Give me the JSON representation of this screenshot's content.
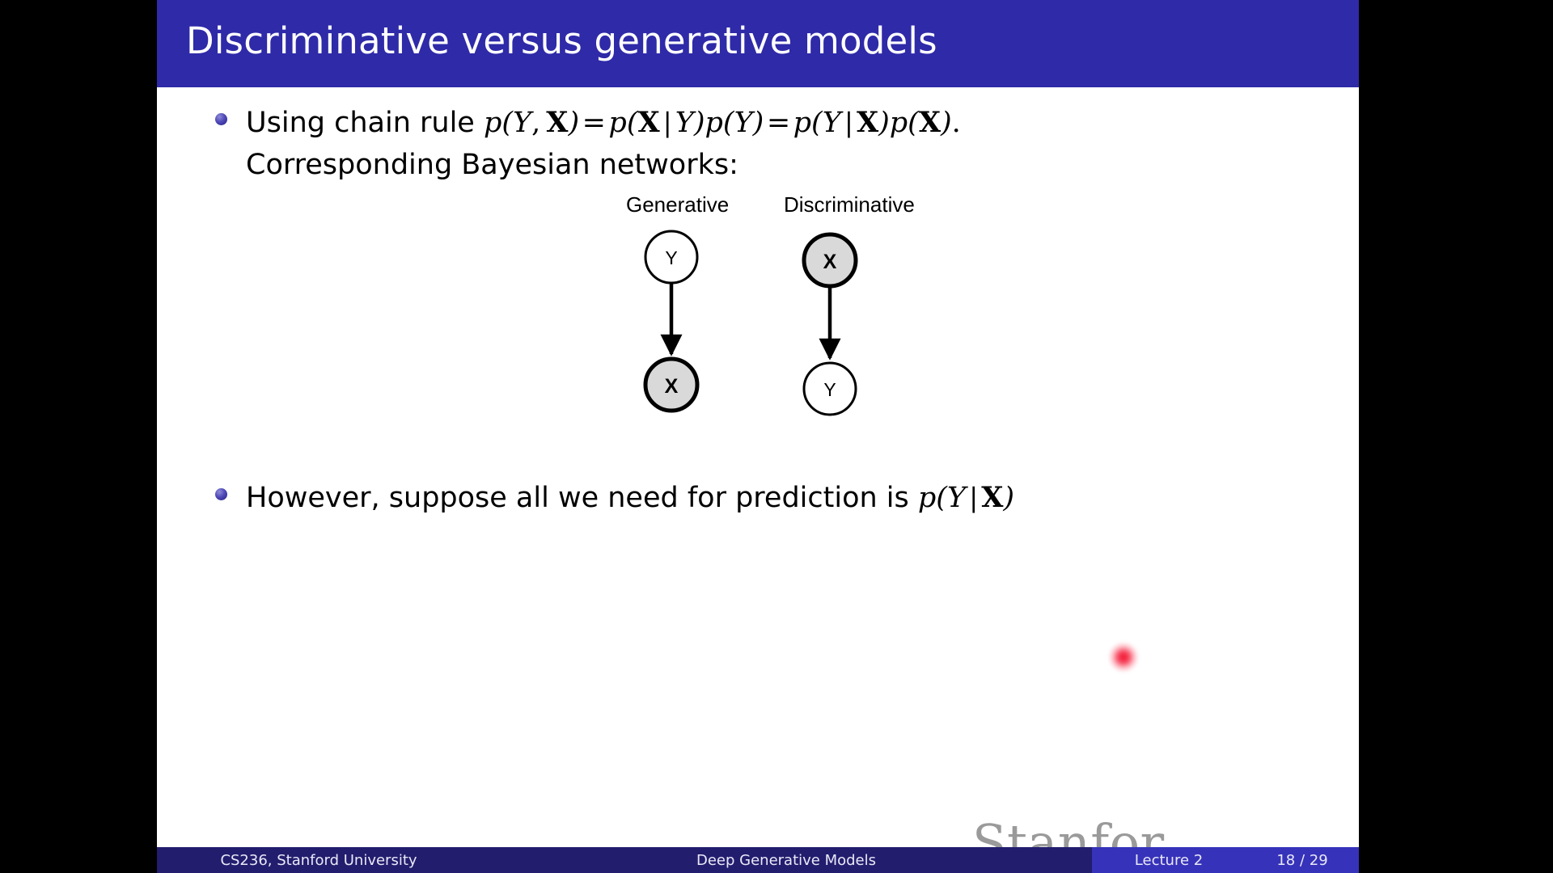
{
  "slide": {
    "title": "Discriminative versus generative models",
    "bullets": [
      {
        "line1_prefix": "Using chain rule ",
        "equation": "p(Y, X) = p(X | Y)p(Y) = p(Y | X)p(X).",
        "line2": "Corresponding Bayesian networks:"
      },
      {
        "text_prefix": "However, suppose all we need for prediction is ",
        "equation": "p(Y | X)"
      }
    ],
    "diagram": {
      "columns": [
        {
          "label": "Generative",
          "top_node": {
            "label": "Y",
            "shaded": false
          },
          "bottom_node": {
            "label": "X",
            "shaded": true
          },
          "edge": "Y -> X"
        },
        {
          "label": "Discriminative",
          "top_node": {
            "label": "X",
            "shaded": true
          },
          "bottom_node": {
            "label": "Y",
            "shaded": false
          },
          "edge": "X -> Y"
        }
      ],
      "node_shaded_fill": "#d9d9d9",
      "node_plain_fill": "#ffffff",
      "node_stroke": "#000000"
    },
    "watermark": "Stanfor",
    "footer": {
      "institution": "CS236, Stanford University",
      "course": "Deep Generative Models",
      "lecture": "Lecture 2",
      "page": "18 / 29"
    },
    "colors": {
      "title_bar": "#2e2aa8",
      "footer_dark": "#231d6e",
      "footer_light": "#3732ba",
      "bullet_dot": "#4f4ab8",
      "laser_pointer": "#f0001e",
      "watermark_gray": "#9a9a9a",
      "letterbox": "#000000"
    }
  }
}
